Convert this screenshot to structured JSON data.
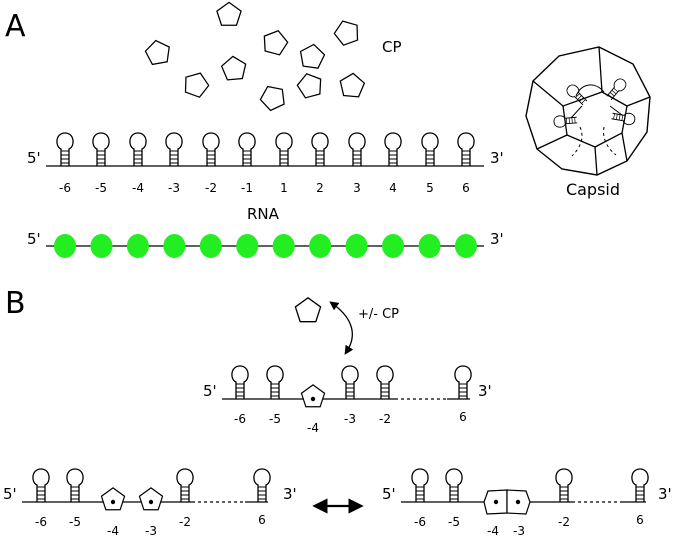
{
  "panel_a": {
    "label": "A",
    "cp_label": "CP",
    "rna_label": "RNA",
    "end5": "5'",
    "end3": "3'",
    "positions": [
      "-6",
      "-5",
      "-4",
      "-3",
      "-2",
      "-1",
      "1",
      "2",
      "3",
      "4",
      "5",
      "6"
    ],
    "capsid_label": "Capsid",
    "bead_color": "#22ee22"
  },
  "panel_b": {
    "label": "B",
    "cp_arrow_label": "+/- CP",
    "end5": "5'",
    "end3": "3'",
    "middle_positions": [
      "-6",
      "-5",
      "-4",
      "-3",
      "-2",
      "6"
    ],
    "left_positions": [
      "-6",
      "-5",
      "-4",
      "-3",
      "-2",
      "6"
    ],
    "right_positions": [
      "-6",
      "-5",
      "-4",
      "-3",
      "-2",
      "6"
    ]
  }
}
